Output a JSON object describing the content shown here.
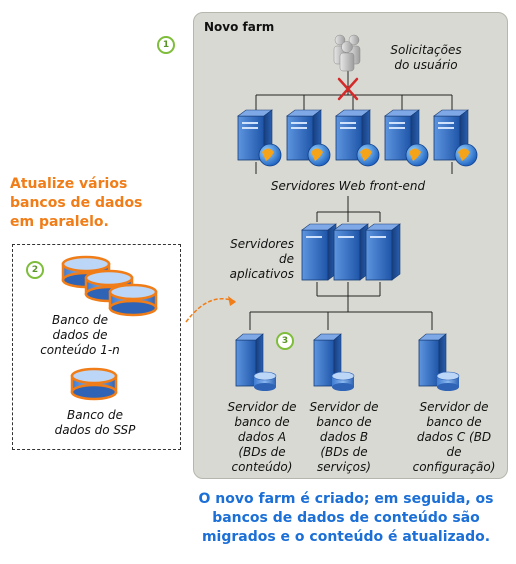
{
  "farm": {
    "title": "Novo farm",
    "steps": [
      "1",
      "2",
      "3"
    ]
  },
  "labels": {
    "user_requests": [
      "Solicitações",
      "do usuário"
    ],
    "web_servers": "Servidores Web front-end",
    "app_servers": [
      "Servidores",
      "de",
      "aplicativos"
    ],
    "db_server_a": [
      "Servidor de",
      "banco de",
      "dados A",
      "(BDs de",
      "conteúdo)"
    ],
    "db_server_b": [
      "Servidor de",
      "banco de",
      "dados B",
      "(BDs de",
      "serviços)"
    ],
    "db_server_c": [
      "Servidor de",
      "banco de",
      "dados C (BD",
      "de",
      "configuração)"
    ],
    "content_dbs": [
      "Banco de",
      "dados de",
      "conteúdo 1-n"
    ],
    "ssp_db": [
      "Banco de",
      "dados do SSP"
    ]
  },
  "callouts": {
    "upgrade_parallel": [
      "Atualize vários",
      "bancos de dados",
      "em paralelo."
    ],
    "summary": [
      "O novo farm é criado; em seguida, os",
      "bancos de dados de conteúdo são",
      "migrados e o conteúdo é atualizado."
    ]
  },
  "colors": {
    "panel": "#d9d9d3",
    "accent_orange": "#f07d18",
    "accent_blue": "#1b6fd6",
    "step_green": "#7ebd3a",
    "server_blue": "#2f6ec2",
    "blocked_x": "#d42a2a"
  },
  "icons": [
    "users-icon",
    "blocked-x-icon",
    "web-server-icon",
    "app-server-icon",
    "db-server-icon",
    "database-icon",
    "arrow-icon"
  ]
}
